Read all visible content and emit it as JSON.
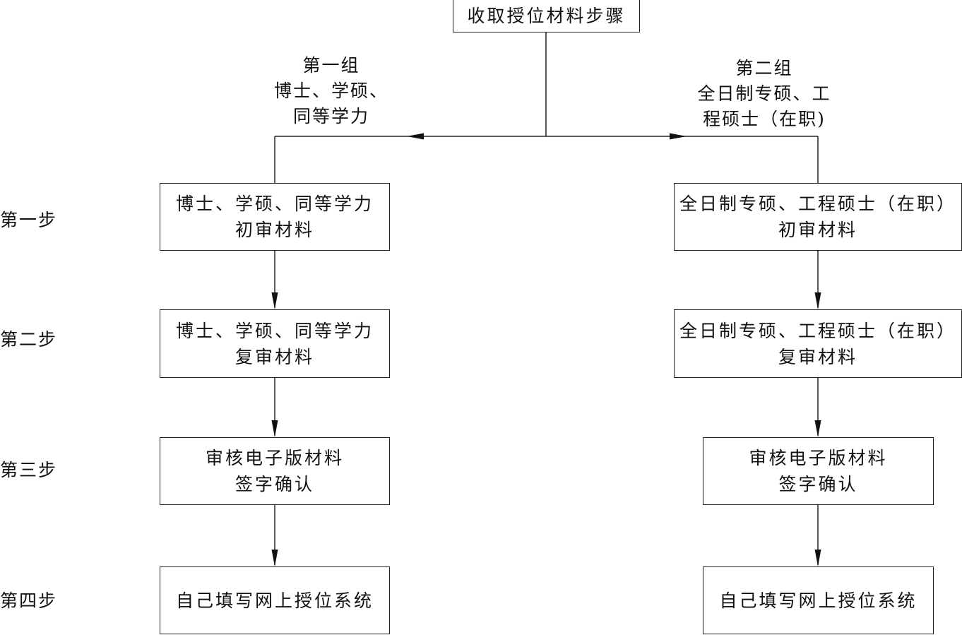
{
  "title": "收取授位材料步骤",
  "groups": [
    {
      "heading": [
        "第一组",
        "博士、学硕、",
        "同等学力"
      ],
      "boxes": [
        [
          "博士、学硕、同等学力",
          "初审材料"
        ],
        [
          "博士、学硕、同等学力",
          "复审材料"
        ],
        [
          "审核电子版材料",
          "签字确认"
        ],
        [
          "自己填写网上授位系统"
        ]
      ]
    },
    {
      "heading": [
        "第二组",
        "全日制专硕、工",
        "程硕士（在职)"
      ],
      "boxes": [
        [
          "全日制专硕、工程硕士（在职）",
          "初审材料"
        ],
        [
          "全日制专硕、工程硕士（在职）",
          "复审材料"
        ],
        [
          "审核电子版材料",
          "签字确认"
        ],
        [
          "自己填写网上授位系统"
        ]
      ]
    }
  ],
  "steps": [
    "第一步",
    "第二步",
    "第三步",
    "第四步"
  ]
}
